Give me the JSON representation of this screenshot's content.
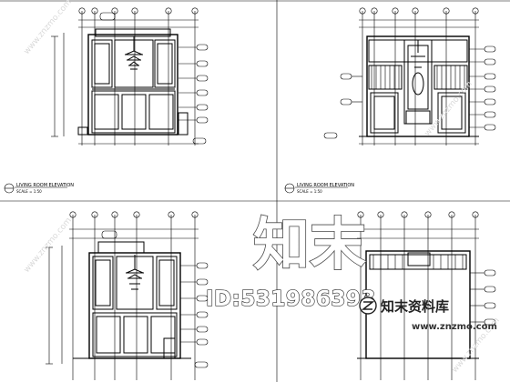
{
  "watermark": {
    "big_text": "知末",
    "id_text": "ID:531986393",
    "brand_text": "知末资料库",
    "url_text": "www.znzmo.com",
    "side_text": "www.znzmo.com",
    "logo_icon": "znzmo-logo-icon"
  },
  "panels": [
    {
      "title": "LIVING ROOM ELEVATION",
      "scale": "SCALE = 1:50"
    },
    {
      "title": "LIVING ROOM ELEVATION",
      "scale": "SCALE = 1:50"
    },
    {
      "title": "",
      "scale": ""
    },
    {
      "title": "",
      "scale": ""
    }
  ],
  "colors": {
    "line": "#000000",
    "background": "#ffffff",
    "watermark_stroke": "#4a4a4a"
  }
}
